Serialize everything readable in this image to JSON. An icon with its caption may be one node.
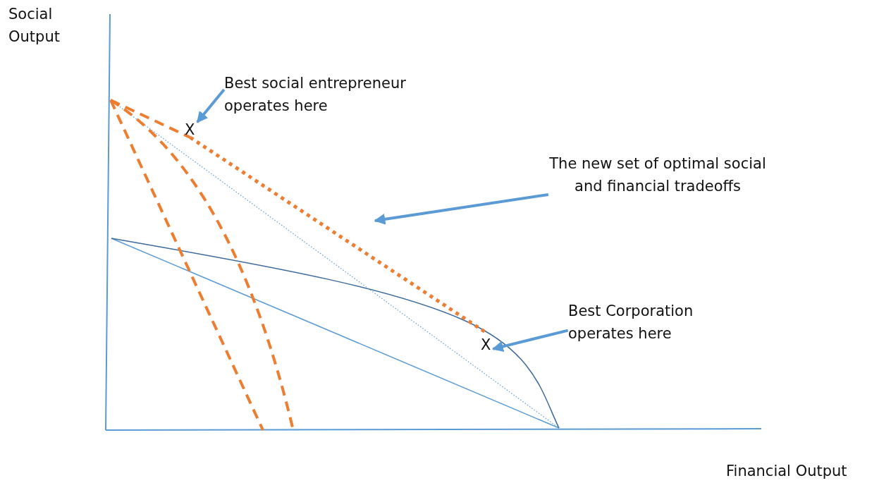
{
  "diagram": {
    "nodes": [
      {
        "text": [
          "Best social entrepreneur operates here"
        ]
      },
      {
        "text": [
          "X"
        ]
      },
      {
        "text": [
          "The new set of optimal social and financial tradeoffs"
        ]
      },
      {
        "text": [],
        "shape": "line"
      },
      {
        "text": [
          "Best Corporation operates here"
        ]
      },
      {
        "text": [
          "X"
        ]
      }
    ],
    "edges": [
      {
        "from": 0,
        "to": 1,
        "arrow": "to"
      },
      {
        "from": 2,
        "to": 3,
        "arrow": "to"
      },
      {
        "from": 4,
        "to": 5,
        "arrow": "to"
      }
    ],
    "labels": [
      "Social Output",
      "Financial Output"
    ]
  }
}
